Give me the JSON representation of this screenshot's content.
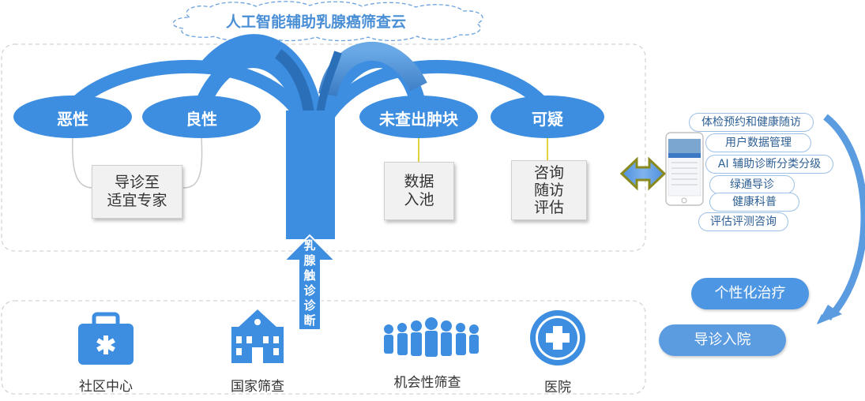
{
  "title": "人工智能辅助乳腺癌筛查云",
  "outcomes": [
    {
      "label": "恶性"
    },
    {
      "label": "良性"
    },
    {
      "label": "未查出肿块"
    },
    {
      "label": "可疑"
    }
  ],
  "actions": {
    "referral": "导诊至\n适宜专家",
    "data_pool": "数据\n入池",
    "followup": "咨询\n随访\n评估"
  },
  "trunk_label": "乳腺触诊诊断",
  "features": [
    "体检预约和健康随访",
    "用户数据管理",
    "AI 辅助诊断分类分级",
    "绿通导诊",
    "健康科普",
    "评估评测咨询"
  ],
  "outputs": {
    "personalized": "个性化治疗",
    "admission": "导诊入院"
  },
  "sources": [
    {
      "label": "社区中心",
      "icon": "medical-kit-icon"
    },
    {
      "label": "国家筛查",
      "icon": "government-building-icon"
    },
    {
      "label": "机会性筛查",
      "icon": "crowd-icon"
    },
    {
      "label": "医院",
      "icon": "hospital-cross-icon"
    }
  ],
  "colors": {
    "primary_blue": "#3d8ee0",
    "dark_blue": "#2b6fb9",
    "light_blue": "#6aa9e6",
    "arrow_olive": "#8a8a1e",
    "title_blue": "#4a8fd6"
  }
}
